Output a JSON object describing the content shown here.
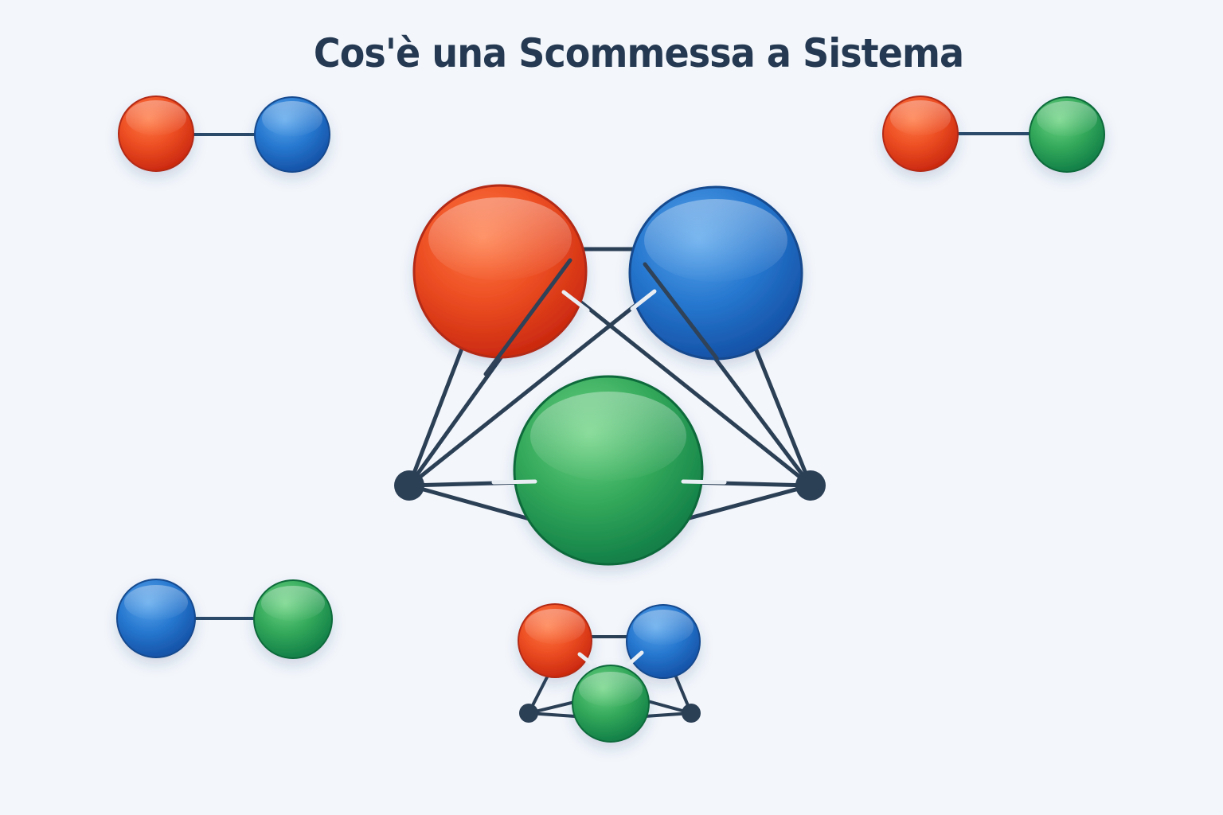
{
  "title": "Cos'è una Scommessa a Sistema",
  "colors": {
    "background": "#f3f6fb",
    "title": "#253a52",
    "red": "#e5441e",
    "blue": "#2272c8",
    "green": "#2ea456",
    "connector": "#2b3f55"
  },
  "diagram": {
    "pairs": [
      {
        "name": "pair-red-blue",
        "left": "red",
        "right": "blue",
        "position": "top-left"
      },
      {
        "name": "pair-red-green",
        "left": "red",
        "right": "green",
        "position": "top-right"
      },
      {
        "name": "pair-blue-green",
        "left": "blue",
        "right": "green",
        "position": "bottom-left"
      }
    ],
    "central_network": {
      "nodes": [
        "red",
        "blue",
        "green"
      ],
      "hubs": 2
    },
    "mini_network": {
      "nodes": [
        "red",
        "blue",
        "green"
      ],
      "hubs": 2
    }
  }
}
